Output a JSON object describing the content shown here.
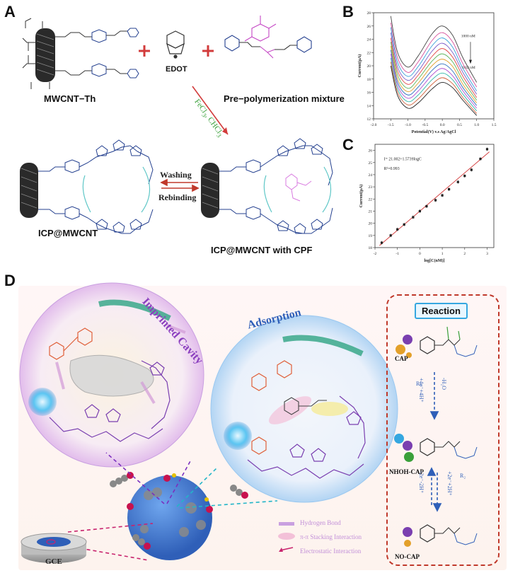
{
  "panels": {
    "A": "A",
    "B": "B",
    "C": "C",
    "D": "D"
  },
  "panel_a": {
    "reactant_1": "MWCNT−Th",
    "reactant_2": "EDOT",
    "reactant_3": "Pre−polymerization mixture",
    "catalyst": "FeCl",
    "solvent": "CHCl",
    "washing": "Washing",
    "rebinding": "Rebinding",
    "product_1": "ICP@MWCNT",
    "product_2": "ICP@MWCNT with CPF"
  },
  "panel_d": {
    "imprinted_cavity": "Imprinted Cavity",
    "adsorption": "Adsorption",
    "electrode": "GCE",
    "reaction_title": "Reaction",
    "cap": "CAP",
    "nhoh_cap": "NHOH-CAP",
    "no_cap": "NO-CAP",
    "step1_forward": "+4e⁻+4H⁺",
    "step1_reverse": "-H₂O",
    "step1_label": "R₁",
    "step2_forward": "+2e⁻+2H⁺",
    "step2_reverse": "-2e⁻-2H⁺",
    "step2_label": "R₂",
    "legend": [
      "Hydrogen Bond",
      "π-π Stacking Interaction",
      "Electrostatic Interaction"
    ]
  },
  "chart_data": [
    {
      "id": "B",
      "type": "line",
      "xlabel": "Potential(V) v.s Ag/AgCl",
      "ylabel": "Current(μA)",
      "xlim": [
        -2.0,
        1.5
      ],
      "ylim": [
        12,
        28
      ],
      "x_ticks": [
        "-2.0",
        "-1.5",
        "-1.0",
        "-0.5",
        "0.0",
        "0.5",
        "1.0",
        "1.5"
      ],
      "y_ticks": [
        "12",
        "14",
        "16",
        "18",
        "20",
        "22",
        "24",
        "26",
        "28"
      ],
      "annotations": [
        "1000 nM",
        "0.02 nM"
      ],
      "x": [
        -1.5,
        -1.3,
        -1.0,
        -0.7,
        -0.3,
        0.0,
        0.3,
        0.6,
        1.0
      ],
      "series": [
        {
          "values": [
            27.5,
            22.0,
            19.8,
            21.5,
            24.8,
            26.0,
            24.6,
            21.2,
            17.5
          ],
          "color": "#444444"
        },
        {
          "values": [
            26.5,
            21.2,
            19.0,
            20.6,
            23.8,
            25.0,
            23.6,
            20.3,
            16.8
          ],
          "color": "#d64f9a"
        },
        {
          "values": [
            25.8,
            20.5,
            18.4,
            19.9,
            23.0,
            24.2,
            22.8,
            19.6,
            16.2
          ],
          "color": "#3aa0d8"
        },
        {
          "values": [
            25.0,
            19.8,
            17.8,
            19.2,
            22.2,
            23.4,
            22.0,
            19.0,
            15.7
          ],
          "color": "#7a5bc7"
        },
        {
          "values": [
            24.2,
            19.2,
            17.2,
            18.6,
            21.4,
            22.6,
            21.3,
            18.4,
            15.2
          ],
          "color": "#e24a4a"
        },
        {
          "values": [
            23.6,
            18.6,
            16.6,
            18.0,
            20.7,
            21.8,
            20.6,
            17.8,
            14.8
          ],
          "color": "#5bb35b"
        },
        {
          "values": [
            23.0,
            18.0,
            16.1,
            17.4,
            20.0,
            21.0,
            19.9,
            17.2,
            14.4
          ],
          "color": "#e0a030"
        },
        {
          "values": [
            22.4,
            17.5,
            15.6,
            16.8,
            19.3,
            20.3,
            19.2,
            16.7,
            14.0
          ],
          "color": "#2d6fbf"
        },
        {
          "values": [
            21.8,
            17.0,
            15.1,
            16.2,
            18.6,
            19.6,
            18.5,
            16.2,
            13.6
          ],
          "color": "#b04fd0"
        },
        {
          "values": [
            21.2,
            16.5,
            14.6,
            15.6,
            17.9,
            18.9,
            17.9,
            15.7,
            13.2
          ],
          "color": "#30b8a8"
        },
        {
          "values": [
            20.6,
            16.0,
            14.1,
            15.0,
            17.2,
            18.2,
            17.3,
            15.2,
            12.8
          ],
          "color": "#d0603a"
        },
        {
          "values": [
            20.0,
            15.5,
            13.6,
            14.4,
            16.5,
            17.5,
            16.7,
            14.8,
            12.5
          ],
          "color": "#222222"
        }
      ]
    },
    {
      "id": "C",
      "type": "scatter",
      "xlabel": "log[C(nM)]",
      "ylabel": "Current(μA)",
      "xlim": [
        -2,
        3.3
      ],
      "ylim": [
        18,
        26.5
      ],
      "x_ticks": [
        "-2",
        "-1",
        "0",
        "1",
        "2",
        "3"
      ],
      "y_ticks": [
        "18",
        "19",
        "20",
        "21",
        "22",
        "23",
        "24",
        "25",
        "26"
      ],
      "equation": "I= 21.002+1.5739logC",
      "r2": "R²=0.993",
      "x": [
        -1.7,
        -1.3,
        -1.0,
        -0.7,
        -0.3,
        0.0,
        0.3,
        0.7,
        1.0,
        1.3,
        1.7,
        2.0,
        2.3,
        2.7,
        3.0
      ],
      "y": [
        18.4,
        19.0,
        19.5,
        19.9,
        20.5,
        21.0,
        21.4,
        21.9,
        22.3,
        22.8,
        23.4,
        23.9,
        24.4,
        25.3,
        26.1
      ],
      "fit": {
        "intercept": 21.002,
        "slope": 1.5739
      }
    }
  ]
}
